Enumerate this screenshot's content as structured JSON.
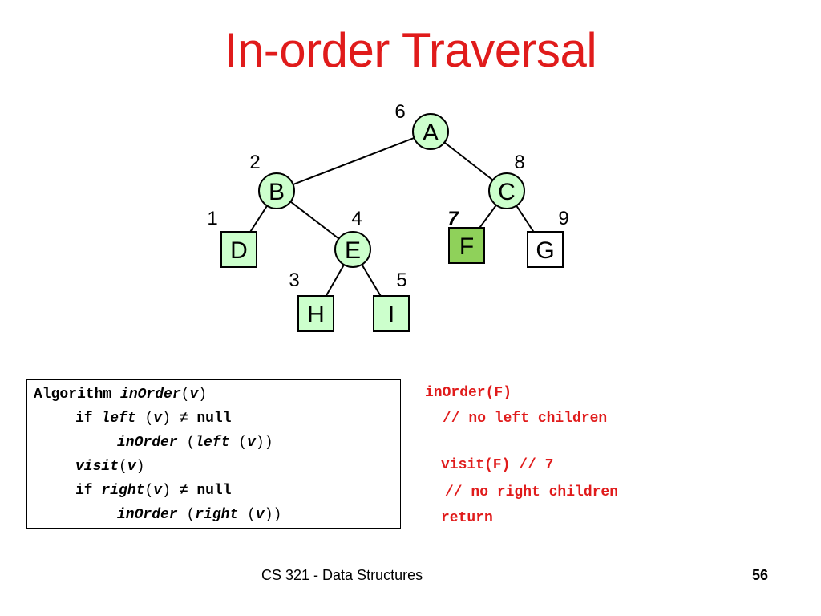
{
  "slide": {
    "title": "In-order Traversal",
    "footer": "CS 321 - Data Structures",
    "page_number": "56"
  },
  "colors": {
    "title": "#e01b1b",
    "node_fill": "#ccffcc",
    "visited_fill": "#8fd15a",
    "leaf_unvisited_fill": "#ffffff",
    "trace_text": "#e01b1b"
  },
  "tree": {
    "nodes": [
      {
        "id": "A",
        "label": "A",
        "order": "6",
        "shape": "circle",
        "state": "visited"
      },
      {
        "id": "B",
        "label": "B",
        "order": "2",
        "shape": "circle",
        "state": "visited"
      },
      {
        "id": "C",
        "label": "C",
        "order": "8",
        "shape": "circle",
        "state": "unvisited"
      },
      {
        "id": "D",
        "label": "D",
        "order": "1",
        "shape": "square",
        "state": "visited"
      },
      {
        "id": "E",
        "label": "E",
        "order": "4",
        "shape": "circle",
        "state": "visited"
      },
      {
        "id": "F",
        "label": "F",
        "order": "7",
        "shape": "square",
        "state": "current"
      },
      {
        "id": "G",
        "label": "G",
        "order": "9",
        "shape": "square",
        "state": "unvisited"
      },
      {
        "id": "H",
        "label": "H",
        "order": "3",
        "shape": "square",
        "state": "visited"
      },
      {
        "id": "I",
        "label": "I",
        "order": "5",
        "shape": "square",
        "state": "visited"
      }
    ],
    "edges": [
      [
        "A",
        "B"
      ],
      [
        "A",
        "C"
      ],
      [
        "B",
        "D"
      ],
      [
        "B",
        "E"
      ],
      [
        "C",
        "F"
      ],
      [
        "C",
        "G"
      ],
      [
        "E",
        "H"
      ],
      [
        "E",
        "I"
      ]
    ]
  },
  "algorithm": {
    "l1_kw": "Algorithm",
    "l1_fn": "inOrder",
    "l1_p1": "(",
    "l1_v": "v",
    "l1_p2": ")",
    "l2_kw": "if",
    "l2_fn": "left",
    "l2_p1": "(",
    "l2_v": "v",
    "l2_p2": ")",
    "l2_op": "≠",
    "l2_null": "null",
    "l3_fn": "inOrder",
    "l3_p1": "(",
    "l3_left": "left",
    "l3_p2": "(",
    "l3_v": "v",
    "l3_p3": "))",
    "l4_fn": "visit",
    "l4_p1": "(",
    "l4_v": "v",
    "l4_p2": ")",
    "l5_kw": "if",
    "l5_fn": "right",
    "l5_p1": "(",
    "l5_v": "v",
    "l5_p2": ")",
    "l5_op": "≠",
    "l5_null": "null",
    "l6_fn": "inOrder",
    "l6_p1": "(",
    "l6_right": "right",
    "l6_p2": "(",
    "l6_v": "v",
    "l6_p3": "))"
  },
  "trace": {
    "call": "inOrder(F)",
    "no_left": "// no left children",
    "visit": "visit(F) // 7",
    "no_right": "// no right children",
    "ret": "return"
  }
}
